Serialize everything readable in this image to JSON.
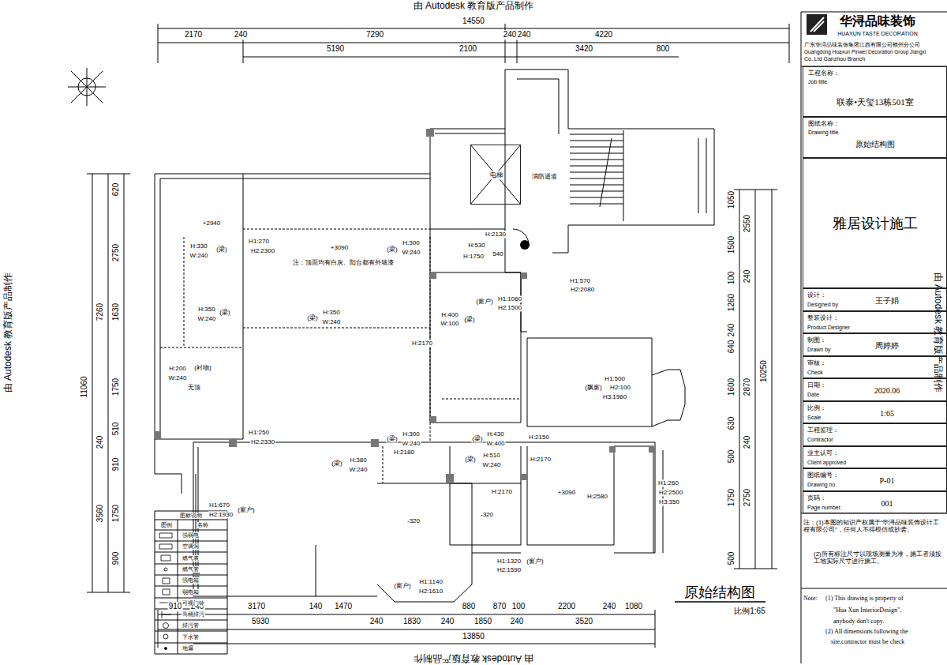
{
  "diagram": {
    "title": "原始结构图",
    "nodes": [
      {
        "text": [
          "工程名称：",
          "Job title",
          "联泰•天玺13栋501室"
        ]
      },
      {
        "text": [
          "图纸名称：",
          "Drawing title",
          "原始结构图"
        ]
      },
      {
        "text": [
          "雅居设计施工"
        ]
      },
      {
        "text": [
          "设计：",
          "Designed by",
          "王子娟"
        ]
      },
      {
        "text": [
          "整装设计：",
          "Product Designer"
        ]
      },
      {
        "text": [
          "制图：",
          "Drawn by",
          "周婷婷"
        ]
      },
      {
        "text": [
          "审核：",
          "Check"
        ]
      },
      {
        "text": [
          "日期：",
          "Date",
          "2020.06"
        ]
      },
      {
        "text": [
          "比例：",
          "Scale",
          "1:65"
        ]
      },
      {
        "text": [
          "工程监理：",
          "Contractor"
        ]
      },
      {
        "text": [
          "业主认可：",
          "Client approved"
        ]
      },
      {
        "text": [
          "图纸编号：",
          "Drawing no.",
          "P-01"
        ]
      },
      {
        "text": [
          "页码：",
          "Page number.",
          "001"
        ]
      },
      {
        "text": [
          "电梯"
        ]
      }
    ],
    "labels": [
      "由 Autodesk 教育版产品制作",
      "由 Autodesk 教育版产品制作",
      "由 Autodesk 教育版产品制作",
      "由 Autodesk 教育版产品制作",
      "14550",
      "2170",
      "240",
      "7290",
      "240",
      "240",
      "4220",
      "5190",
      "2100",
      "3420",
      "800",
      "11060",
      "7260",
      "240",
      "3560",
      "620",
      "2750",
      "1630",
      "1750",
      "510",
      "910",
      "1750",
      "900",
      "1050",
      "1500",
      "100",
      "1260",
      "240",
      "640",
      "1600",
      "630",
      "500",
      "1750",
      "500",
      "2550",
      "240",
      "2870",
      "240",
      "2750",
      "10250",
      "910",
      "240",
      "3170",
      "140",
      "1470",
      "880",
      "870",
      "100",
      "2200",
      "240",
      "1080",
      "5930",
      "240",
      "1830",
      "240",
      "1850",
      "240",
      "3520",
      "13850",
      "+2940",
      "H:330",
      "(梁)",
      "W:240",
      "H:350",
      "(梁)",
      "W:240",
      "H:200",
      "(衬物)",
      "W:240",
      "无顶",
      "H1:270",
      "H2:2300",
      "+3090",
      "注：顶面均有白灰、阳台都有外墙漆",
      "H:300",
      "(梁)",
      "W:240",
      "H:2130",
      "H:530",
      "H:1750",
      "540",
      "H:350",
      "(梁)",
      "W:240",
      "H:400",
      "(梁)",
      "W:100",
      "(窗户)",
      "H1:1060",
      "H2:1500",
      "H1:570",
      "H2:2080",
      "H:2170",
      "H1:250",
      "H2:2330",
      "H:300",
      "(梁)",
      "W:240",
      "H:430",
      "(梁)",
      "W:400",
      "H:2150",
      "H1:500",
      "(飘窗)",
      "H2:100",
      "H3:1960",
      "H:2180",
      "H:380",
      "(梁)",
      "W:240",
      "H:510",
      "(梁)",
      "W:240",
      "H:2170",
      "+3090",
      "H:2580",
      "H:2170",
      "H1:260",
      "H2:2500",
      "H3:350",
      "H1:670",
      "H2:1930",
      "(窗户)",
      "-320",
      "-320",
      "H1:1320",
      "(窗户)",
      "H2:1590",
      "(窗户)",
      "H1:1140",
      "H2:1610",
      "消防通道",
      "比例1:65",
      "华浔品味装饰",
      "HUAXUN TASTE DECORATION",
      "广东华浔品味装饰集团江西有限公司赣州分公司",
      "Guangdong Huaxun Pinwei Decoration Group Jiangxi",
      "Co.,Ltd Ganzhou Branch",
      "注：(1)本图的知识产权属于“华浔品味装饰设计工程有限公司”，任何人不得模仿或抄袭。",
      "(2)所有标注尺寸以现场测量为准，施工者须按工地实际尺寸进行施工。",
      "Note:",
      "(1) This drawing is property of",
      "\"Hua Xun InteriorDesign\",",
      "anybody don't copy.",
      "(2) All dimensions following the",
      "site,contractor must be check",
      "图标说明",
      "图例",
      "名称"
    ],
    "legend": [
      {
        "text": "强弱电"
      },
      {
        "text": "空调洞"
      },
      {
        "text": "燃气表"
      },
      {
        "text": "燃气管"
      },
      {
        "text": "强电箱"
      },
      {
        "text": "弱电箱"
      },
      {
        "text": "可视门铃"
      },
      {
        "text": "马桶排污"
      },
      {
        "text": "排污管"
      },
      {
        "text": "下水管"
      },
      {
        "text": "地漏"
      }
    ]
  }
}
